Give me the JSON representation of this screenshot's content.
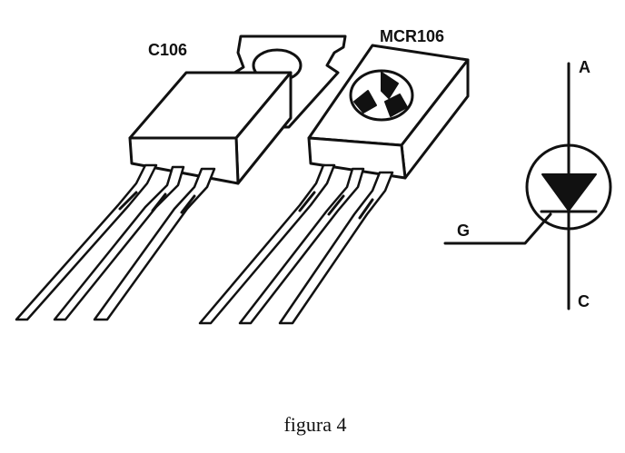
{
  "labels": {
    "c106": "C106",
    "mcr106": "MCR106",
    "anode": "A",
    "gate": "G",
    "cathode": "C"
  },
  "caption": "figura 4",
  "colors": {
    "ink": "#111111",
    "paper": "#ffffff"
  }
}
